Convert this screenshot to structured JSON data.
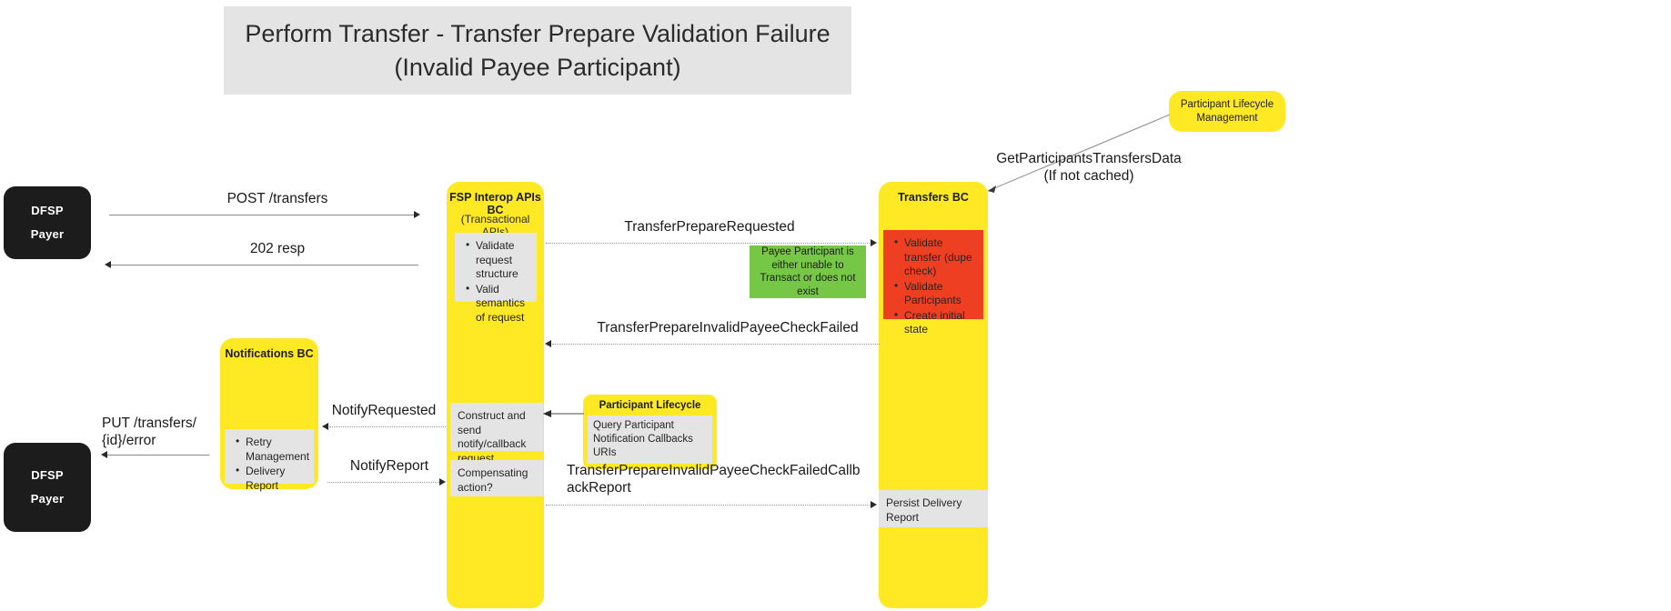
{
  "title": {
    "line1": "Perform Transfer - Transfer Prepare Validation Failure",
    "line2": "(Invalid Payee Participant)"
  },
  "actors": {
    "payer_top": {
      "line1": "DFSP",
      "line2": "Payer"
    },
    "payer_bottom": {
      "line1": "DFSP",
      "line2": "Payer"
    }
  },
  "lifelines": {
    "fsp_interop": {
      "title": "FSP Interop APIs BC",
      "subtitle": "(Transactional APIs)",
      "validate_panel": [
        "Validate request structure",
        "Valid semantics of request"
      ],
      "construct_panel": "Construct and send notify/callback request",
      "compensating_panel": "Compensating action?"
    },
    "transfers": {
      "title": "Transfers BC",
      "red_panel": [
        "Validate transfer (dupe check)",
        "Validate Participants",
        "Create initial state"
      ],
      "persist_panel": "Persist Delivery Report"
    },
    "notifications": {
      "title": "Notifications BC",
      "panel": [
        "Retry Management",
        "Delivery Report"
      ]
    }
  },
  "boxes": {
    "participant_lifecycle_mgmt": "Participant Lifecycle Management",
    "participant_lifecycle_note": {
      "title": "Participant Lifecycle",
      "body": "Query Participant Notification Callbacks URIs"
    },
    "payee_note": "Payee Participant is either unable to Transact or does not exist"
  },
  "messages": {
    "post_transfers": "POST /transfers",
    "resp_202": "202 resp",
    "transfer_prepare_requested": "TransferPrepareRequested",
    "get_participants_data": "GetParticipantsTransfersData\n(If not cached)",
    "invalid_payee_check_failed": "TransferPrepareInvalidPayeeCheckFailed",
    "notify_requested": "NotifyRequested",
    "notify_report": "NotifyReport",
    "callback_report": "TransferPrepareInvalidPayeeCheckFailedCallb\nackReport",
    "put_transfers_error": "PUT /transfers/\n{id}/error"
  },
  "colors": {
    "lifeline_yellow": "#ffe924",
    "actor_dark": "#1c1c1c",
    "panel_grey": "#e4e4e4",
    "error_red": "#ee3f22",
    "note_green": "#77c746"
  }
}
